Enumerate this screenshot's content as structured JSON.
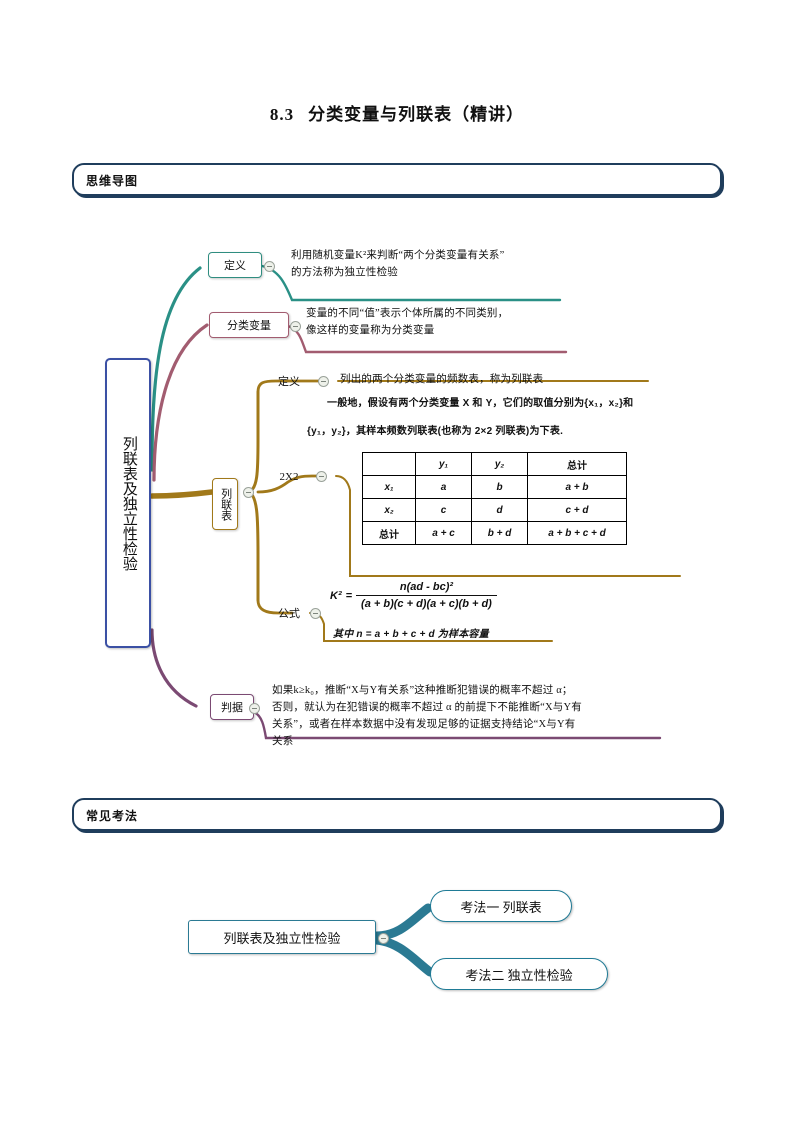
{
  "document": {
    "title_number": "8.3",
    "title_text": "分类变量与列联表（精讲）"
  },
  "sections": [
    {
      "id": "mindmap",
      "label": "思维导图"
    },
    {
      "id": "examtype",
      "label": "常见考法"
    }
  ],
  "mindmap": {
    "root_label": "列联表及独立性检验",
    "branches": [
      {
        "id": "definition",
        "label": "定义",
        "color": "#2f8d80",
        "text_lines": [
          "利用随机变量K²来判断“两个分类变量有关系”",
          "的方法称为独立性检验"
        ]
      },
      {
        "id": "categorical-variable",
        "label": "分类变量",
        "color": "#a25c70",
        "text_lines": [
          "变量的不同“值”表示个体所属的不同类别，",
          "像这样的变量称为分类变量"
        ]
      },
      {
        "id": "contingency-table",
        "label": "列联表",
        "color": "#a1791a",
        "children": [
          {
            "id": "ct-definition",
            "label": "定义",
            "text": "列出的两个分类变量的频数表，称为列联表"
          },
          {
            "id": "ct-2x2",
            "label": "2X2"
          },
          {
            "id": "ct-formula",
            "label": "公式"
          }
        ]
      },
      {
        "id": "criterion",
        "label": "判据",
        "color": "#7b4a73",
        "text_lines": [
          "如果k≥k₀，推断“X与Y有关系”这种推断犯错误的概率不超过 α；",
          "否则，就认为在犯错误的概率不超过 α 的前提下不能推断“X与Y有",
          "关系”，或者在样本数据中没有发现足够的证据支持结论“X与Y有",
          "关系"
        ]
      }
    ],
    "general_statement": {
      "line1": "一般地，假设有两个分类变量 X 和 Y，它们的取值分别为{x₁，x₂}和",
      "line2": "{y₁，y₂}，其样本频数列联表(也称为 2×2 列联表)为下表."
    },
    "contingency_table": {
      "headers": [
        "",
        "y₁",
        "y₂",
        "总计"
      ],
      "rows": [
        [
          "x₁",
          "a",
          "b",
          "a + b"
        ],
        [
          "x₂",
          "c",
          "d",
          "c + d"
        ],
        [
          "总计",
          "a + c",
          "b + d",
          "a + b + c + d"
        ]
      ]
    },
    "formula": {
      "lhs": "K²",
      "equals": "=",
      "numerator": "n(ad - bc)²",
      "denominator": "(a + b)(c + d)(a + c)(b + d)",
      "note": "其中 n = a + b + c + d 为样本容量"
    }
  },
  "exam_types": {
    "root_label": "列联表及独立性检验",
    "items": [
      {
        "id": "type-1",
        "label": "考法一  列联表"
      },
      {
        "id": "type-2",
        "label": "考法二  独立性检验"
      }
    ]
  },
  "colors": {
    "section_border": "#1f3d5c",
    "root_border": "#3b50a4",
    "branch_definition": "#2f8d80",
    "branch_categorical": "#a25c70",
    "branch_table": "#a1791a",
    "branch_criterion": "#7b4a73",
    "exam_branch": "#1f7b96"
  }
}
